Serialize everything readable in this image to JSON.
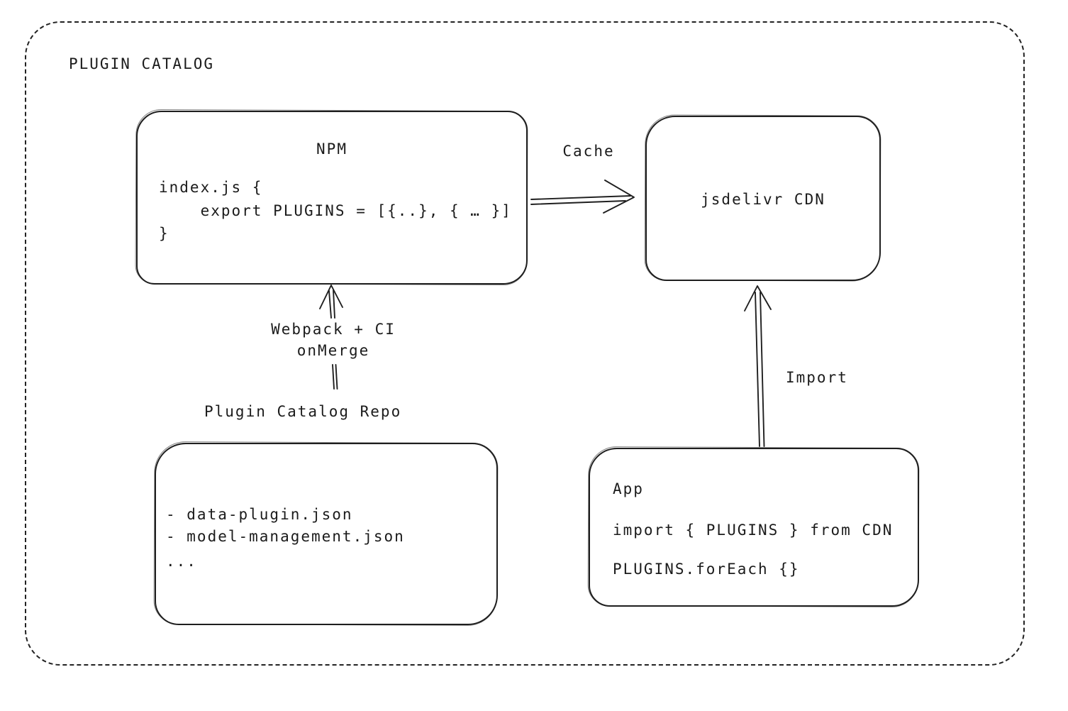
{
  "diagram": {
    "title": "PLUGIN CATALOG",
    "colors": {
      "stroke": "#1f1f1f",
      "background": "#ffffff"
    },
    "nodes": {
      "npm": {
        "title": "NPM",
        "code_lines": [
          "index.js {",
          "    export PLUGINS = [{..}, { … }]",
          "}"
        ]
      },
      "cdn": {
        "label": "jsdelivr CDN"
      },
      "repo": {
        "label": "Plugin Catalog Repo",
        "lines": [
          "- data-plugin.json",
          "- model-management.json",
          "..."
        ]
      },
      "app": {
        "title": "App",
        "lines": [
          "import { PLUGINS } from CDN",
          "PLUGINS.forEach {}"
        ]
      }
    },
    "edges": {
      "cache": {
        "label": "Cache"
      },
      "build": {
        "labels": [
          "Webpack + CI",
          "onMerge"
        ]
      },
      "import": {
        "label": "Import"
      }
    }
  }
}
